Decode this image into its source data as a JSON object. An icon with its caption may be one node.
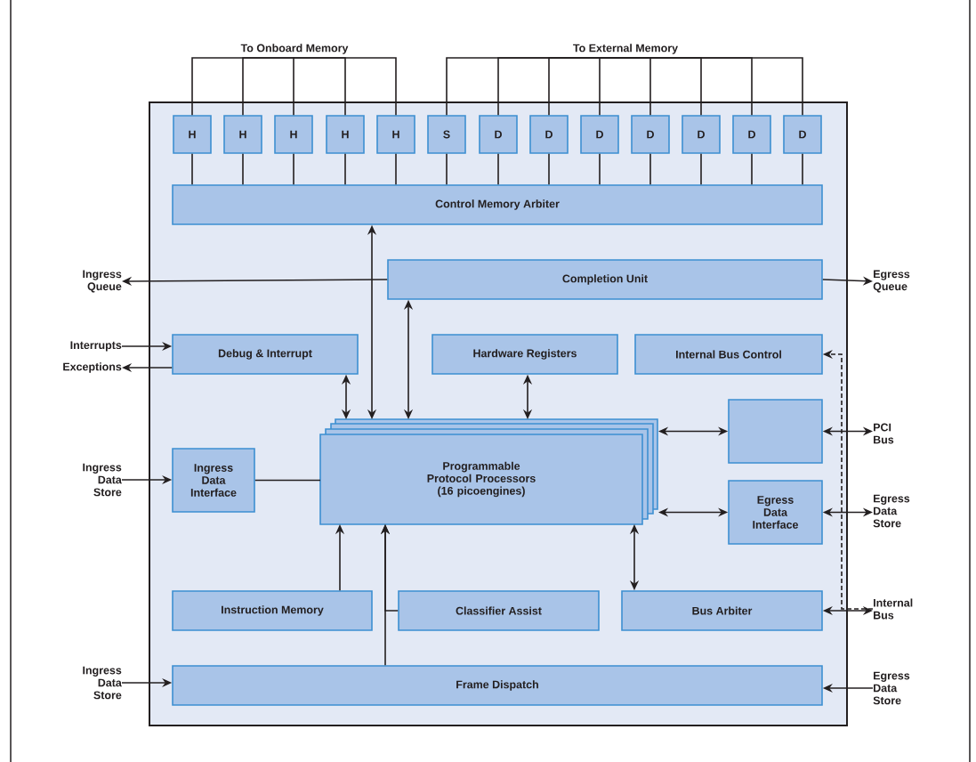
{
  "diagram": {
    "nodes": [
      {
        "text": [],
        "shape": "box"
      },
      {
        "text": [
          "H"
        ],
        "in": 0
      },
      {
        "text": [
          "H"
        ],
        "in": 0
      },
      {
        "text": [
          "H"
        ],
        "in": 0
      },
      {
        "text": [
          "H"
        ],
        "in": 0
      },
      {
        "text": [
          "H"
        ],
        "in": 0
      },
      {
        "text": [
          "S"
        ],
        "in": 0
      },
      {
        "text": [
          "D"
        ],
        "in": 0
      },
      {
        "text": [
          "D"
        ],
        "in": 0
      },
      {
        "text": [
          "D"
        ],
        "in": 0
      },
      {
        "text": [
          "D"
        ],
        "in": 0
      },
      {
        "text": [
          "D"
        ],
        "in": 0
      },
      {
        "text": [
          "D"
        ],
        "in": 0
      },
      {
        "text": [
          "D"
        ],
        "in": 0
      },
      {
        "text": [
          "Control Memory Arbiter"
        ],
        "in": 0
      },
      {
        "text": [
          "Completion Unit"
        ],
        "in": 0
      },
      {
        "text": [
          "Debug & Interrupt"
        ],
        "in": 0
      },
      {
        "text": [
          "Hardware Registers"
        ],
        "in": 0
      },
      {
        "text": [
          "Internal Bus Control"
        ],
        "in": 0
      },
      {
        "text": [],
        "shape": "box",
        "in": 0
      },
      {
        "text": [
          "Ingress Data Interface"
        ],
        "in": 0
      },
      {
        "text": [
          "Programmable Protocol Processors (16 picoengines)"
        ],
        "in": 0
      },
      {
        "text": [
          "Egress Data Interface"
        ],
        "in": 0
      },
      {
        "text": [
          "Instruction Memory"
        ],
        "in": 0
      },
      {
        "text": [
          "Classifier Assist"
        ],
        "in": 0
      },
      {
        "text": [
          "Bus Arbiter"
        ],
        "in": 0
      },
      {
        "text": [
          "Frame Dispatch"
        ],
        "in": 0
      },
      {
        "text": [
          "Ingress Queue"
        ]
      },
      {
        "text": [
          "Interrupts"
        ]
      },
      {
        "text": [
          "Exceptions"
        ]
      },
      {
        "text": [
          "Ingress Data Store"
        ]
      },
      {
        "text": [
          "Ingress Data Store"
        ]
      },
      {
        "text": [
          "Egress Queue"
        ]
      },
      {
        "text": [
          "PCI Bus"
        ]
      },
      {
        "text": [
          "Egress Data Store"
        ]
      },
      {
        "text": [
          "Internal Bus"
        ]
      },
      {
        "text": [
          "Egress Data Store"
        ]
      },
      {
        "text": [
          "To Onboard Memory"
        ]
      },
      {
        "text": [
          "To External Memory"
        ]
      }
    ],
    "edges": [
      {
        "from": 1,
        "to": 37,
        "arrow": "none"
      },
      {
        "from": 2,
        "to": 37,
        "arrow": "none"
      },
      {
        "from": 3,
        "to": 37,
        "arrow": "none"
      },
      {
        "from": 4,
        "to": 37,
        "arrow": "none"
      },
      {
        "from": 5,
        "to": 37,
        "arrow": "none"
      },
      {
        "from": 6,
        "to": 38,
        "arrow": "none"
      },
      {
        "from": 7,
        "to": 38,
        "arrow": "none"
      },
      {
        "from": 8,
        "to": 38,
        "arrow": "none"
      },
      {
        "from": 9,
        "to": 38,
        "arrow": "none"
      },
      {
        "from": 10,
        "to": 38,
        "arrow": "none"
      },
      {
        "from": 11,
        "to": 38,
        "arrow": "none"
      },
      {
        "from": 12,
        "to": 38,
        "arrow": "none"
      },
      {
        "from": 13,
        "to": 38,
        "arrow": "none"
      },
      {
        "from": 1,
        "to": 14,
        "arrow": "none"
      },
      {
        "from": 2,
        "to": 14,
        "arrow": "none"
      },
      {
        "from": 3,
        "to": 14,
        "arrow": "none"
      },
      {
        "from": 4,
        "to": 14,
        "arrow": "none"
      },
      {
        "from": 5,
        "to": 14,
        "arrow": "none"
      },
      {
        "from": 6,
        "to": 14,
        "arrow": "none"
      },
      {
        "from": 7,
        "to": 14,
        "arrow": "none"
      },
      {
        "from": 8,
        "to": 14,
        "arrow": "none"
      },
      {
        "from": 9,
        "to": 14,
        "arrow": "none"
      },
      {
        "from": 10,
        "to": 14,
        "arrow": "none"
      },
      {
        "from": 11,
        "to": 14,
        "arrow": "none"
      },
      {
        "from": 12,
        "to": 14,
        "arrow": "none"
      },
      {
        "from": 13,
        "to": 14,
        "arrow": "none"
      },
      {
        "from": 14,
        "to": 21,
        "arrow": "both"
      },
      {
        "from": 15,
        "to": 27,
        "arrow": "to"
      },
      {
        "from": 15,
        "to": 32,
        "arrow": "to"
      },
      {
        "from": 15,
        "to": 21,
        "arrow": "both"
      },
      {
        "from": 28,
        "to": 16,
        "arrow": "to"
      },
      {
        "from": 16,
        "to": 29,
        "arrow": "to"
      },
      {
        "from": 16,
        "to": 21,
        "arrow": "both"
      },
      {
        "from": 17,
        "to": 21,
        "arrow": "both"
      },
      {
        "from": 21,
        "to": 19,
        "arrow": "both"
      },
      {
        "from": 21,
        "to": 22,
        "arrow": "both"
      },
      {
        "from": 19,
        "to": 33,
        "arrow": "both"
      },
      {
        "from": 22,
        "to": 34,
        "arrow": "both"
      },
      {
        "from": 25,
        "to": 35,
        "arrow": "both"
      },
      {
        "from": 35,
        "to": 18,
        "arrow": "to",
        "style": "dashed"
      },
      {
        "from": 30,
        "to": 20,
        "arrow": "to"
      },
      {
        "from": 20,
        "to": 21,
        "arrow": "none"
      },
      {
        "from": 23,
        "to": 21,
        "arrow": "to"
      },
      {
        "from": 26,
        "to": 21,
        "arrow": "to"
      },
      {
        "from": 24,
        "to": 21,
        "arrow": "to"
      },
      {
        "from": 31,
        "to": 26,
        "arrow": "to"
      },
      {
        "from": 36,
        "to": 26,
        "arrow": "to"
      },
      {
        "from": 21,
        "to": 25,
        "arrow": "both"
      }
    ]
  }
}
